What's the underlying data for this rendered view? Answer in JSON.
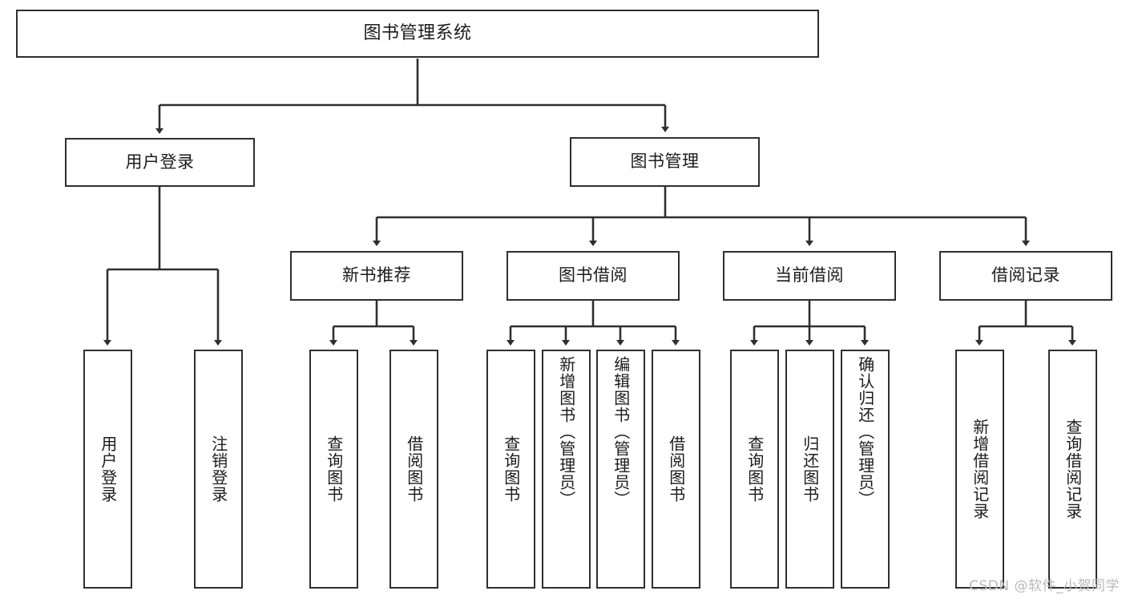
{
  "diagram": {
    "type": "tree",
    "title": "图书管理系统",
    "root": {
      "id": "root",
      "label": "图书管理系统"
    },
    "level1": [
      {
        "id": "user-login",
        "label": "用户登录"
      },
      {
        "id": "book-manage",
        "label": "图书管理"
      }
    ],
    "level2": [
      {
        "id": "new-book-recommend",
        "label": "新书推荐",
        "parent": "book-manage"
      },
      {
        "id": "book-borrow",
        "label": "图书借阅",
        "parent": "book-manage"
      },
      {
        "id": "current-borrow",
        "label": "当前借阅",
        "parent": "book-manage"
      },
      {
        "id": "borrow-record",
        "label": "借阅记录",
        "parent": "book-manage"
      }
    ],
    "leaves": {
      "user_login": [
        {
          "id": "leaf-user-login",
          "label": "用户登录"
        },
        {
          "id": "leaf-logout",
          "label": "注销登录"
        }
      ],
      "new_book_recommend": [
        {
          "id": "leaf-query-book-1",
          "label": "查询图书"
        },
        {
          "id": "leaf-borrow-book-1",
          "label": "借阅图书"
        }
      ],
      "book_borrow": [
        {
          "id": "leaf-query-book-2",
          "label": "查询图书"
        },
        {
          "id": "leaf-add-book",
          "label": "新增图书（管理员）"
        },
        {
          "id": "leaf-edit-book",
          "label": "编辑图书（管理员）"
        },
        {
          "id": "leaf-borrow-book-2",
          "label": "借阅图书"
        }
      ],
      "current_borrow": [
        {
          "id": "leaf-query-book-3",
          "label": "查询图书"
        },
        {
          "id": "leaf-return-book",
          "label": "归还图书"
        },
        {
          "id": "leaf-confirm-return",
          "label": "确认归还（管理员）"
        }
      ],
      "borrow_record": [
        {
          "id": "leaf-add-record",
          "label": "新增借阅记录"
        },
        {
          "id": "leaf-query-record",
          "label": "查询借阅记录"
        }
      ]
    }
  },
  "watermark": {
    "text": "CSDN @软件_小贺同学"
  },
  "colors": {
    "stroke": "#2f2f2f",
    "background": "#ffffff",
    "text": "#1b1b1b",
    "watermark": "#b9b9b9"
  }
}
